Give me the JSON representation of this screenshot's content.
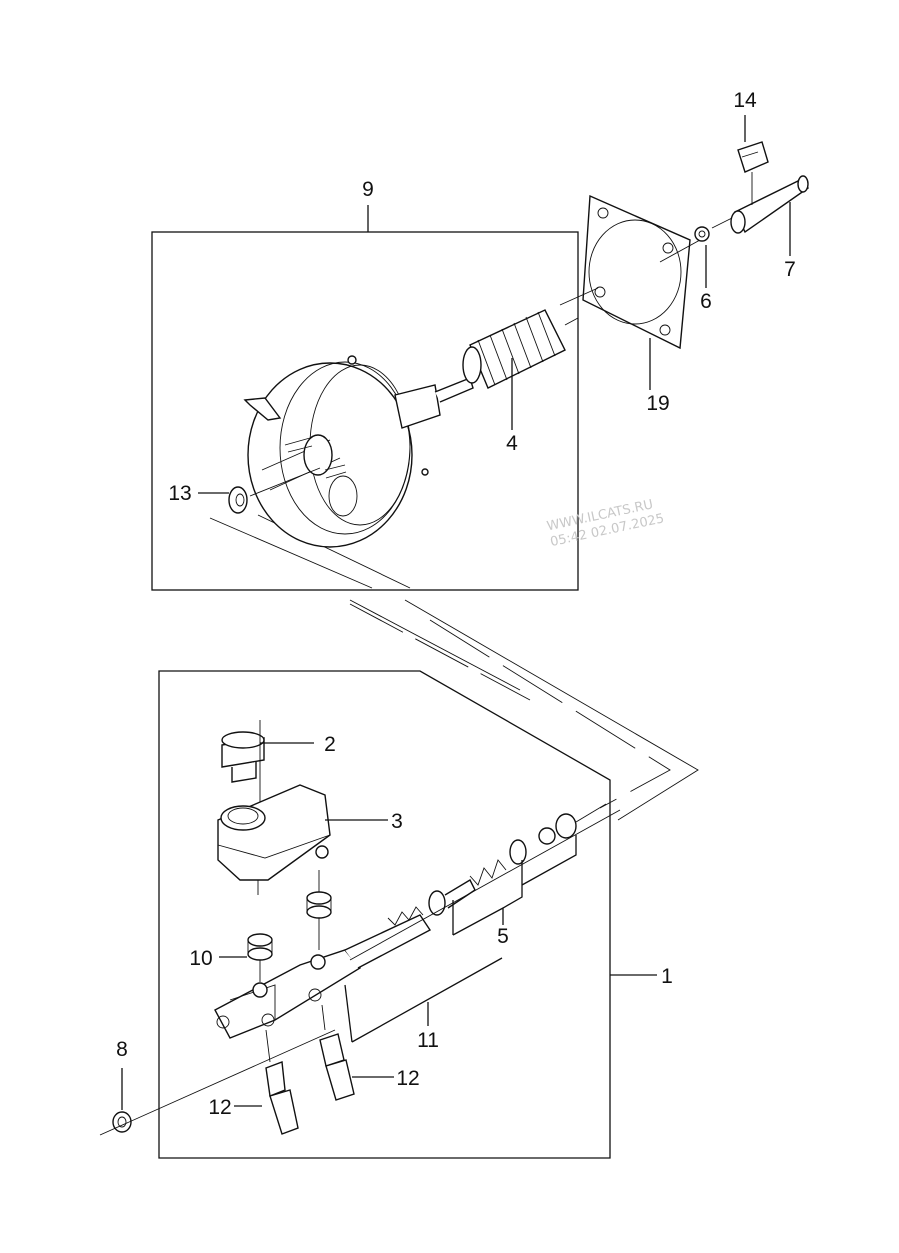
{
  "callouts": {
    "c1": "1",
    "c2": "2",
    "c3": "3",
    "c4": "4",
    "c5": "5",
    "c6": "6",
    "c7": "7",
    "c8": "8",
    "c9": "9",
    "c10": "10",
    "c11": "11",
    "c12a": "12",
    "c12b": "12",
    "c13": "13",
    "c14": "14",
    "c19": "19"
  },
  "watermark": {
    "line1": "WWW.ILCATS.RU",
    "line2": "05:42 02.07.2025"
  }
}
